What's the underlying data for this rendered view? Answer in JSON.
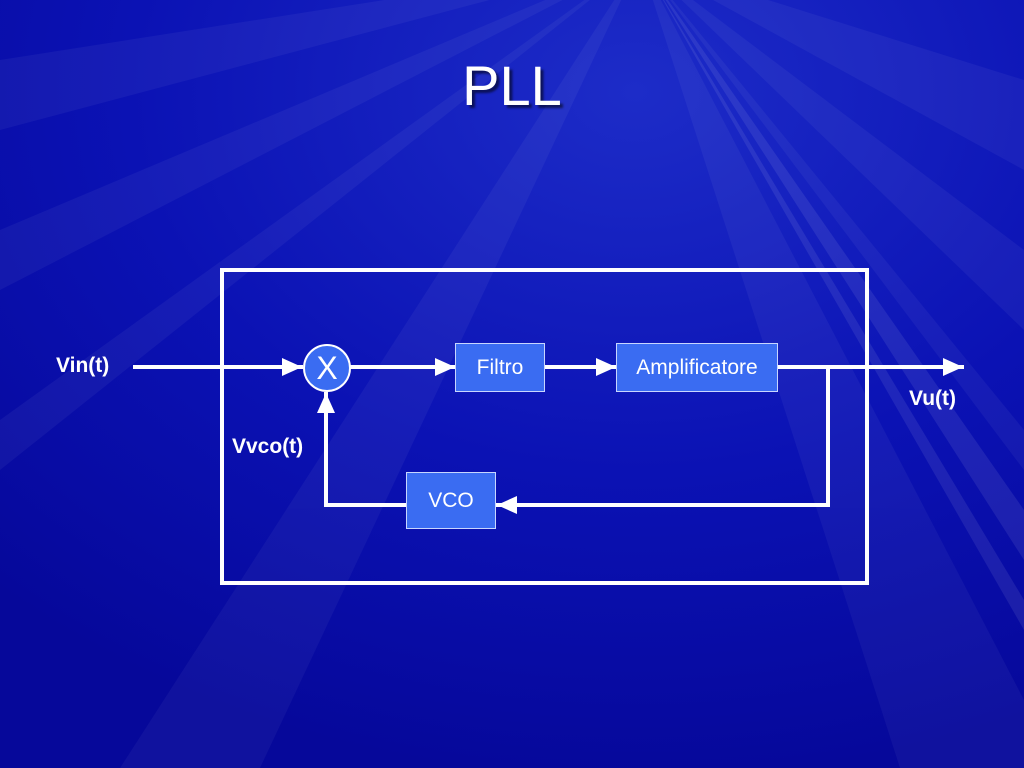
{
  "slide": {
    "title": "PLL"
  },
  "colors": {
    "background": "#0a0ab0",
    "block_fill": "#3a6cf2",
    "line": "#ffffff"
  },
  "diagram": {
    "input_label": "Vin(t)",
    "output_label": "Vu(t)",
    "feedback_label": "Vvco(t)",
    "mixer_symbol": "X",
    "blocks": {
      "filter": "Filtro",
      "amplifier": "Amplificatore",
      "vco": "VCO"
    }
  }
}
